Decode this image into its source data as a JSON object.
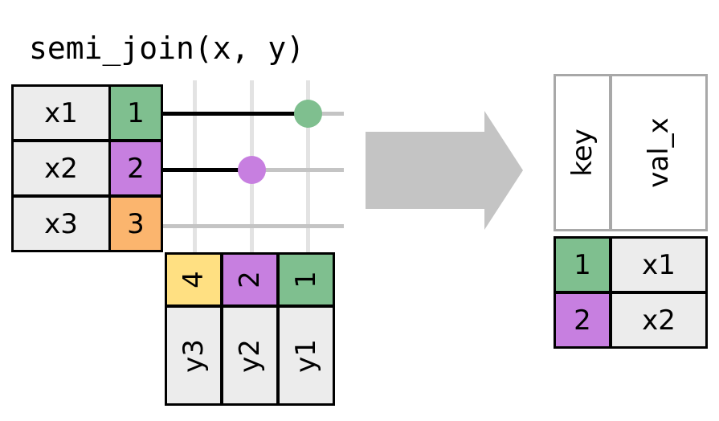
{
  "title": "semi_join(x, y)",
  "colors": {
    "green": "#7fbf8f",
    "purple": "#c77fe0",
    "orange": "#fbb56e",
    "yellow": "#ffe082",
    "cell_gray": "#ececec",
    "border_black": "#000000",
    "border_gray": "#a8a8a8",
    "gridline": "#e3e3e3",
    "rowline": "#c4c4c4",
    "arrow": "#c4c4c4"
  },
  "x_table": {
    "name": "x",
    "rows": [
      {
        "val": "x1",
        "key": "1",
        "key_color": "green"
      },
      {
        "val": "x2",
        "key": "2",
        "key_color": "purple"
      },
      {
        "val": "x3",
        "key": "3",
        "key_color": "orange"
      }
    ]
  },
  "y_table": {
    "name": "y",
    "columns": [
      {
        "key": "4",
        "key_color": "yellow",
        "val": "y3"
      },
      {
        "key": "2",
        "key_color": "purple",
        "val": "y2"
      },
      {
        "key": "1",
        "key_color": "green",
        "val": "y1"
      }
    ]
  },
  "matches": [
    {
      "x_row": "x1",
      "y_col": "y1",
      "color": "green"
    },
    {
      "x_row": "x2",
      "y_col": "y2",
      "color": "purple"
    }
  ],
  "arrow": {
    "label": "transform-arrow",
    "direction": "right"
  },
  "result_table": {
    "headers": [
      "key",
      "val_x"
    ],
    "rows": [
      {
        "key": "1",
        "key_color": "green",
        "val_x": "x1"
      },
      {
        "key": "2",
        "key_color": "purple",
        "val_x": "x2"
      }
    ]
  }
}
